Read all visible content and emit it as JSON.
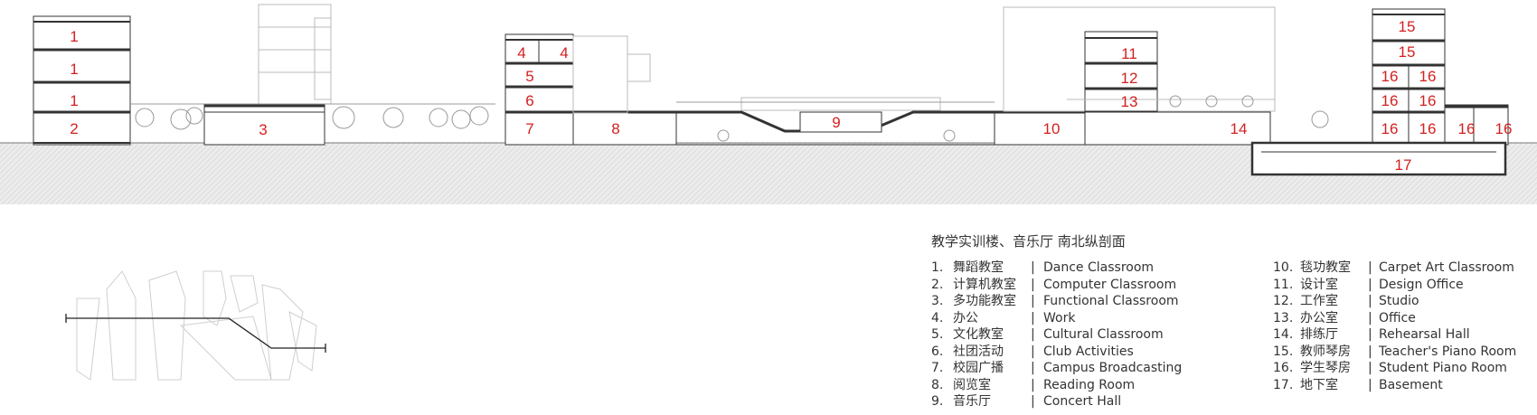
{
  "diagram": {
    "room_labels": [
      {
        "n": "1"
      },
      {
        "n": "1"
      },
      {
        "n": "1"
      },
      {
        "n": "2"
      },
      {
        "n": "3"
      },
      {
        "n": "4"
      },
      {
        "n": "4"
      },
      {
        "n": "5"
      },
      {
        "n": "6"
      },
      {
        "n": "7"
      },
      {
        "n": "8"
      },
      {
        "n": "9"
      },
      {
        "n": "10"
      },
      {
        "n": "11"
      },
      {
        "n": "12"
      },
      {
        "n": "13"
      },
      {
        "n": "14"
      },
      {
        "n": "15"
      },
      {
        "n": "15"
      },
      {
        "n": "16"
      },
      {
        "n": "16"
      },
      {
        "n": "16"
      },
      {
        "n": "16"
      },
      {
        "n": "16"
      },
      {
        "n": "16"
      },
      {
        "n": "16"
      },
      {
        "n": "16"
      },
      {
        "n": "17"
      }
    ]
  },
  "legend": {
    "title": "教学实训楼、音乐厅 南北纵剖面",
    "items": [
      {
        "num": "1.",
        "zh": "舞蹈教室",
        "en": "Dance Classroom"
      },
      {
        "num": "2.",
        "zh": "计算机教室",
        "en": "Computer Classroom"
      },
      {
        "num": "3.",
        "zh": "多功能教室",
        "en": "Functional Classroom"
      },
      {
        "num": "4.",
        "zh": "办公",
        "en": "Work"
      },
      {
        "num": "5.",
        "zh": "文化教室",
        "en": "Cultural Classroom"
      },
      {
        "num": "6.",
        "zh": "社团活动",
        "en": "Club Activities"
      },
      {
        "num": "7.",
        "zh": "校园广播",
        "en": "Campus Broadcasting"
      },
      {
        "num": "8.",
        "zh": "阅览室",
        "en": "Reading Room"
      },
      {
        "num": "9.",
        "zh": "音乐厅",
        "en": "Concert Hall"
      },
      {
        "num": "10.",
        "zh": "毯功教室",
        "en": "Carpet Art Classroom"
      },
      {
        "num": "11.",
        "zh": "设计室",
        "en": "Design Office"
      },
      {
        "num": "12.",
        "zh": "工作室",
        "en": "Studio"
      },
      {
        "num": "13.",
        "zh": "办公室",
        "en": "Office"
      },
      {
        "num": "14.",
        "zh": "排练厅",
        "en": "Rehearsal Hall"
      },
      {
        "num": "15.",
        "zh": "教师琴房",
        "en": "Teacher's Piano Room"
      },
      {
        "num": "16.",
        "zh": "学生琴房",
        "en": "Student Piano Room"
      },
      {
        "num": "17.",
        "zh": "地下室",
        "en": "Basement"
      }
    ],
    "separator": "|"
  },
  "colors": {
    "label_red": "#d42020",
    "line": "#333333",
    "ground": "#e4e4e4"
  }
}
